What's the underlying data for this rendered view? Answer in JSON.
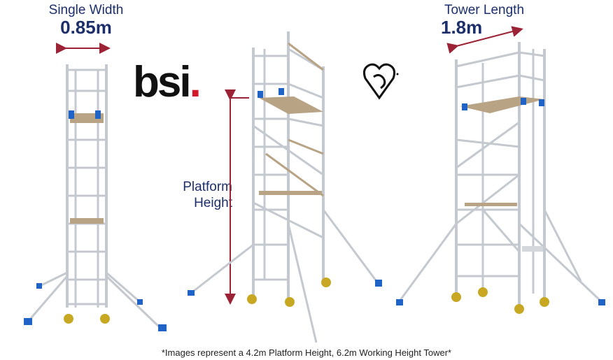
{
  "left_tower": {
    "title": "Single Width",
    "value": "0.85m"
  },
  "middle_tower": {
    "height_label_line1": "Platform",
    "height_label_line2": "Height"
  },
  "right_tower": {
    "title": "Tower Length",
    "value": "1.8m"
  },
  "logos": {
    "bsi_text": "bsi",
    "bsi_dot": ".",
    "kitemark_icon": "bsi-kitemark-icon"
  },
  "caption": "*Images represent a 4.2m Platform Height, 6.2m Working Height Tower*",
  "colors": {
    "label_navy": "#1c2f6b",
    "arrow_red": "#9b2335",
    "bsi_red": "#d11a2a",
    "frame_silver": "#c4c9cf",
    "platform_wood": "#b8a384",
    "foot_blue": "#1f63c7"
  }
}
